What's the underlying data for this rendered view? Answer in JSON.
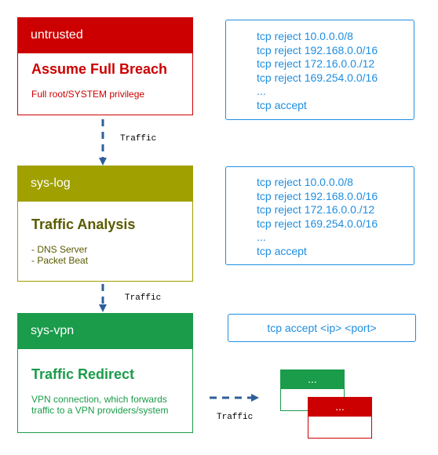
{
  "nodes": {
    "untrusted": {
      "header": "untrusted",
      "title": "Assume Full Breach",
      "description": [
        "Full root/SYSTEM privilege"
      ],
      "color": "#cc0000"
    },
    "syslog": {
      "header": "sys-log",
      "title": "Traffic Analysis",
      "description": [
        "- DNS Server",
        "- Packet Beat"
      ],
      "color": "#a0a000"
    },
    "sysvpn": {
      "header": "sys-vpn",
      "title": "Traffic Redirect",
      "description": [
        "VPN connection, which forwards",
        "traffic to a VPN providers/system"
      ],
      "color": "#1a9c4a"
    }
  },
  "rules": {
    "untrusted": [
      "tcp reject 10.0.0.0/8",
      "tcp reject 192.168.0.0/16",
      "tcp reject 172.16.0.0./12",
      "tcp reject 169.254.0.0/16",
      "...",
      "tcp accept"
    ],
    "syslog": [
      "tcp reject 10.0.0.0/8",
      "tcp reject 192.168.0.0/16",
      "tcp reject 172.16.0.0./12",
      "tcp reject 169.254.0.0/16",
      "...",
      "tcp accept"
    ],
    "sysvpn": "tcp accept <ip> <port>"
  },
  "destinations": [
    {
      "label": "...",
      "color": "#1a9c4a"
    },
    {
      "label": "...",
      "color": "#cc0000"
    }
  ],
  "edges": [
    {
      "from": "untrusted",
      "to": "sys-log",
      "label": "Traffic"
    },
    {
      "from": "sys-log",
      "to": "sys-vpn",
      "label": "Traffic"
    },
    {
      "from": "sys-vpn",
      "to": "destinations",
      "label": "Traffic"
    }
  ],
  "edge_color": "#2f5f9a"
}
